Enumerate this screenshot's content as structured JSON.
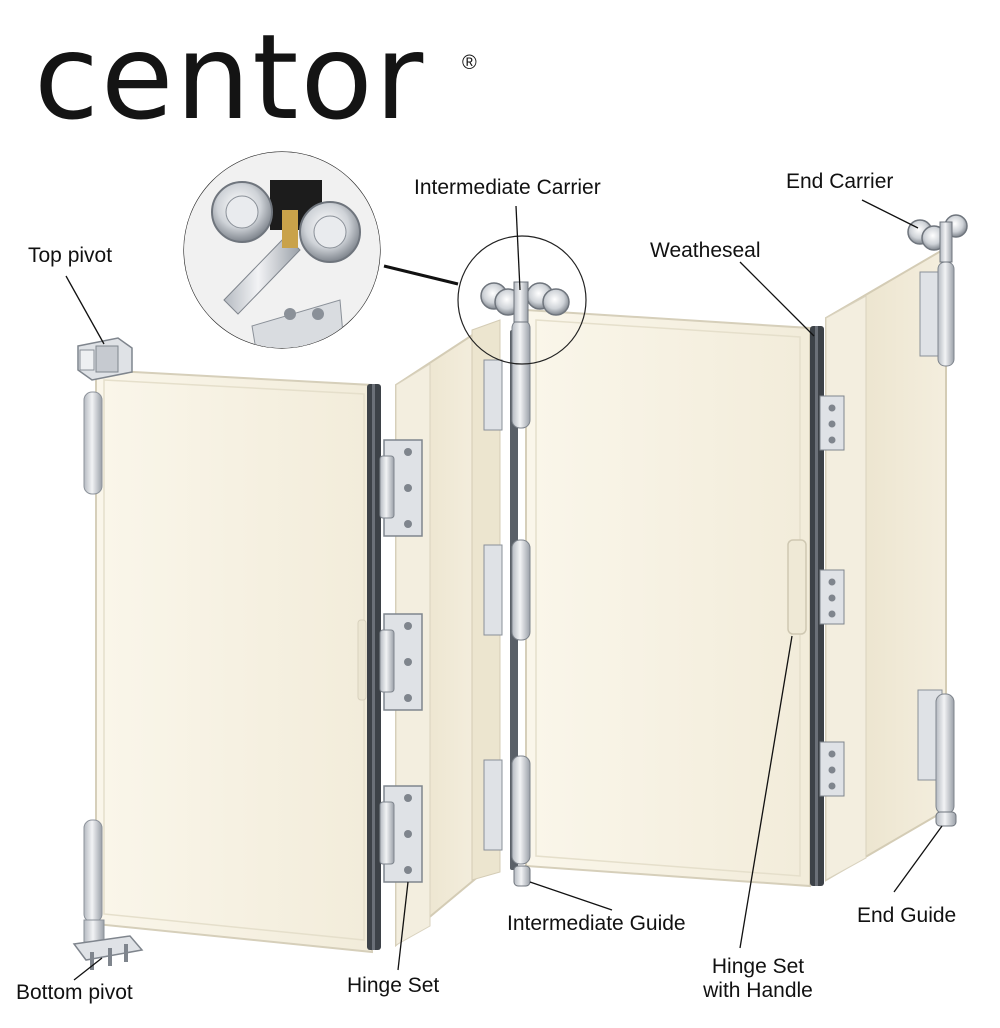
{
  "brand": {
    "name": "centor",
    "registered_mark": "®"
  },
  "colors": {
    "door_fill": "#f6f1e1",
    "door_edge": "#d8d1bd",
    "frame_fill": "#efe8d2",
    "seal_dark": "#3d4248",
    "hardware_light": "#e4e6ea",
    "hardware_shade": "#a8adb4",
    "leader": "#111111",
    "text": "#111111"
  },
  "callouts": {
    "top_pivot": "Top pivot",
    "intermediate_carrier": "Intermediate Carrier",
    "end_carrier": "End Carrier",
    "weatheseal": "Weatheseal",
    "intermediate_guide": "Intermediate Guide",
    "end_guide": "End Guide",
    "hinge_set": "Hinge Set",
    "hinge_set_with_handle_line1": "Hinge Set",
    "hinge_set_with_handle_line2": "with Handle",
    "bottom_pivot": "Bottom pivot"
  },
  "inset": {
    "subject": "intermediate-carrier-closeup"
  }
}
